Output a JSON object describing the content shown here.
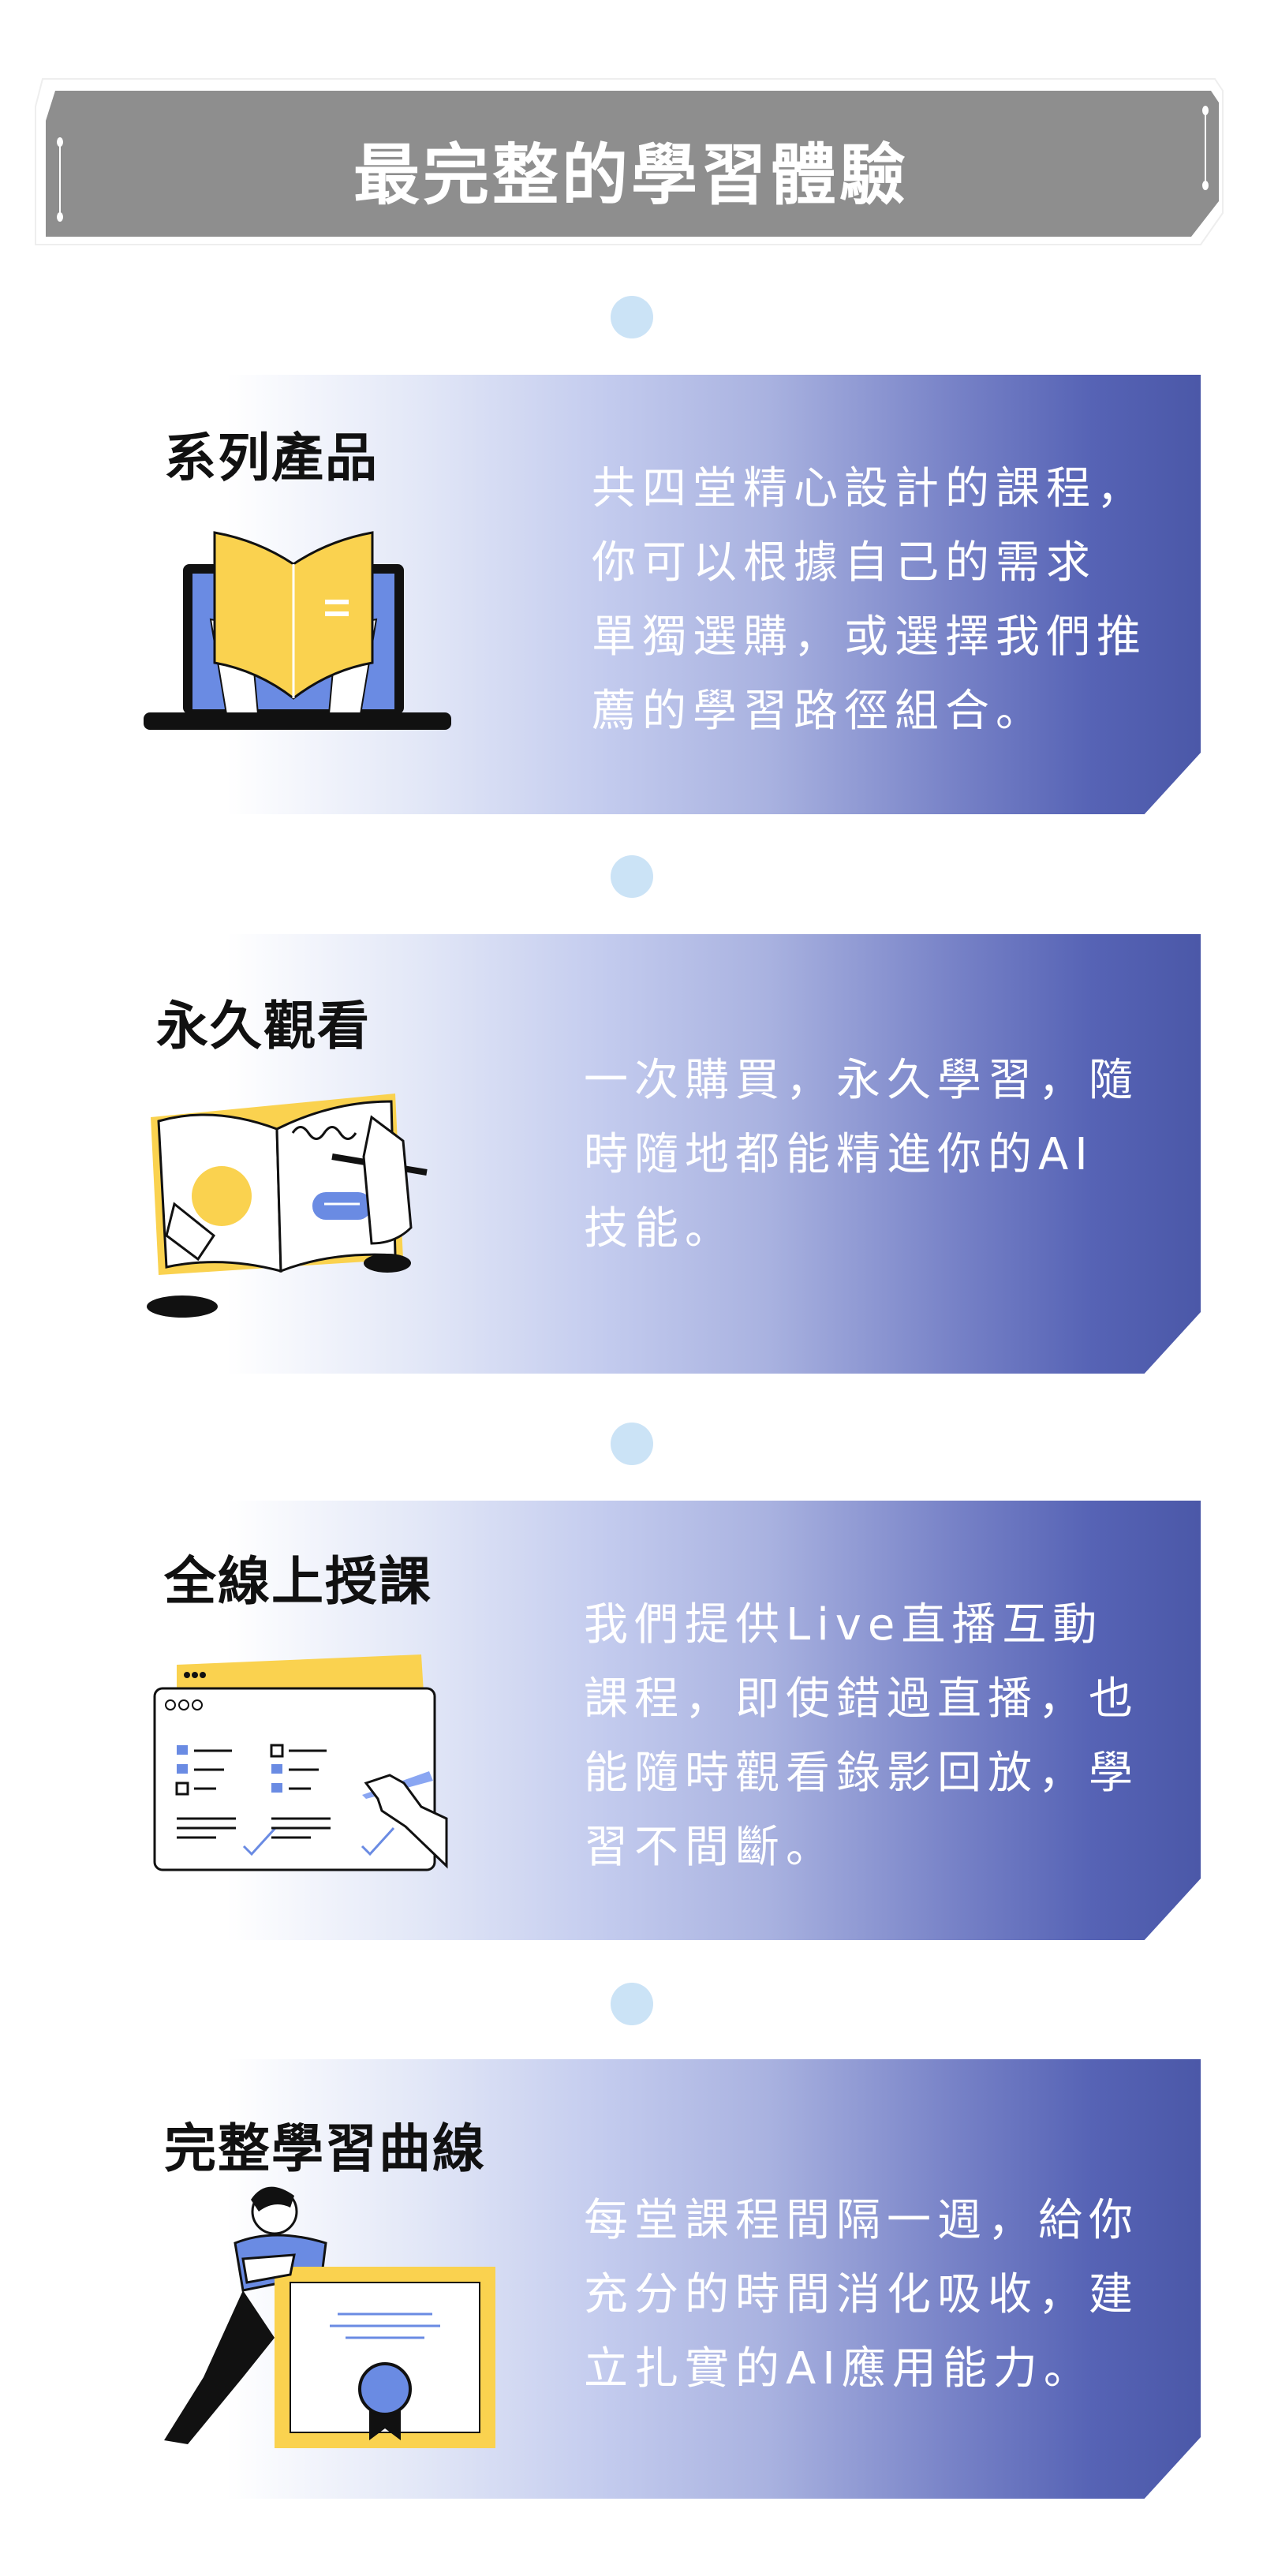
{
  "header": {
    "title": "最完整的學習體驗"
  },
  "cards": [
    {
      "title": "系列產品",
      "icon": "laptop-reading-book-icon",
      "lines": [
        "共四堂精心設計的課程，",
        "你可以根據自己的需求",
        "單獨選購，或選擇我們推",
        "薦的學習路徑組合。"
      ]
    },
    {
      "title": "永久觀看",
      "icon": "notebook-writing-idea-icon",
      "lines": [
        "一次購買，永久學習，隨",
        "時隨地都能精進你的AI",
        "技能。"
      ]
    },
    {
      "title": "全線上授課",
      "icon": "online-checklist-icon",
      "lines": [
        "我們提供Live直播互動",
        "課程，即使錯過直播，也",
        "能隨時觀看錄影回放，學",
        "習不間斷。"
      ]
    },
    {
      "title": "完整學習曲線",
      "icon": "person-certificate-icon",
      "lines": [
        "每堂課程間隔一週，給你",
        "充分的時間消化吸收，建",
        "立扎實的AI應用能力。"
      ]
    }
  ],
  "colors": {
    "header_bg": "#8e8e8e",
    "dot": "#cbe3f6",
    "card_dark": "#4b58a8",
    "yellow": "#fad24f",
    "blue": "#6a8be3"
  }
}
